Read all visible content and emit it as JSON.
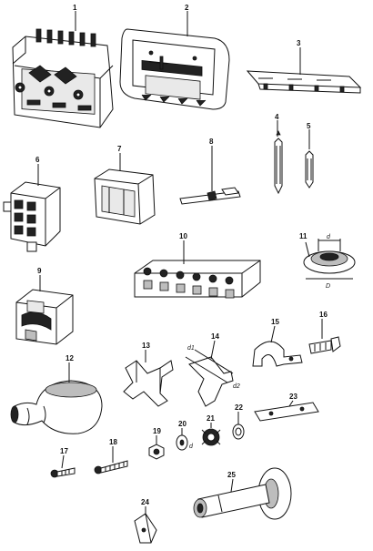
{
  "diagram": {
    "parts": [
      {
        "id": "1",
        "label": "1"
      },
      {
        "id": "2",
        "label": "2"
      },
      {
        "id": "3",
        "label": "3"
      },
      {
        "id": "4",
        "label": "4"
      },
      {
        "id": "5",
        "label": "5"
      },
      {
        "id": "6",
        "label": "6"
      },
      {
        "id": "7",
        "label": "7"
      },
      {
        "id": "8",
        "label": "8"
      },
      {
        "id": "9",
        "label": "9"
      },
      {
        "id": "10",
        "label": "10"
      },
      {
        "id": "11",
        "label": "11"
      },
      {
        "id": "12",
        "label": "12"
      },
      {
        "id": "13",
        "label": "13"
      },
      {
        "id": "14",
        "label": "14"
      },
      {
        "id": "15",
        "label": "15"
      },
      {
        "id": "16",
        "label": "16"
      },
      {
        "id": "17",
        "label": "17"
      },
      {
        "id": "18",
        "label": "18"
      },
      {
        "id": "19",
        "label": "19"
      },
      {
        "id": "20",
        "label": "20"
      },
      {
        "id": "21",
        "label": "21"
      },
      {
        "id": "22",
        "label": "22"
      },
      {
        "id": "23",
        "label": "23"
      },
      {
        "id": "24",
        "label": "24"
      },
      {
        "id": "25",
        "label": "25"
      }
    ],
    "dimensions": {
      "grommet_d": "d",
      "grommet_D": "D",
      "clip_d1": "d1",
      "clip_d2": "d2",
      "washer_d": "d"
    }
  }
}
